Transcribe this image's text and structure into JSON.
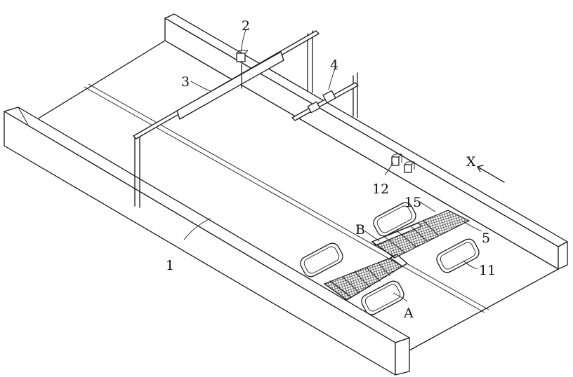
{
  "figure": {
    "labels": {
      "l1": "1",
      "l2": "2",
      "l3": "3",
      "l4": "4",
      "l5": "5",
      "l11": "11",
      "l12": "12",
      "l15": "15",
      "lA": "A",
      "lB": "B",
      "lX": "X"
    }
  }
}
